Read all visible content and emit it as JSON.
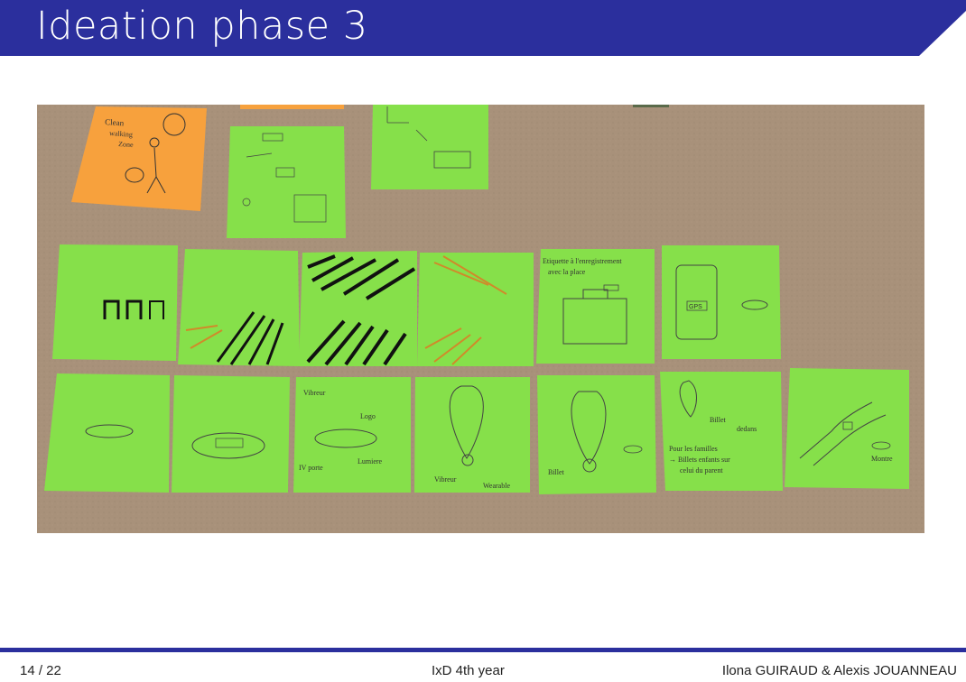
{
  "slide": {
    "title": "Ideation phase 3",
    "header_color": "#2b2f9d"
  },
  "photo": {
    "description_icon": "sticky-notes-photo",
    "annotations": {
      "note_orange": [
        "Clean",
        "walking",
        "Zone"
      ],
      "note_luggage": [
        "Etiquette à l'enregistrement",
        "avec la place"
      ],
      "note_phone": [
        "GPS"
      ],
      "note_vibreur": [
        "Vibreur",
        "Logo",
        "IV porte",
        "Lumiere"
      ],
      "note_wearable": [
        "Vibreur",
        "Wearable"
      ],
      "note_billet": [
        "Billet"
      ],
      "note_family": [
        "Billet",
        "dedans",
        "Pour les familles",
        "→ Billets enfants sur",
        "celui du parent"
      ],
      "note_wrist": [
        "Montre"
      ]
    }
  },
  "footer": {
    "page": "14 / 22",
    "course": "IxD 4th year",
    "authors": "Ilona GUIRAUD & Alexis JOUANNEAU"
  }
}
